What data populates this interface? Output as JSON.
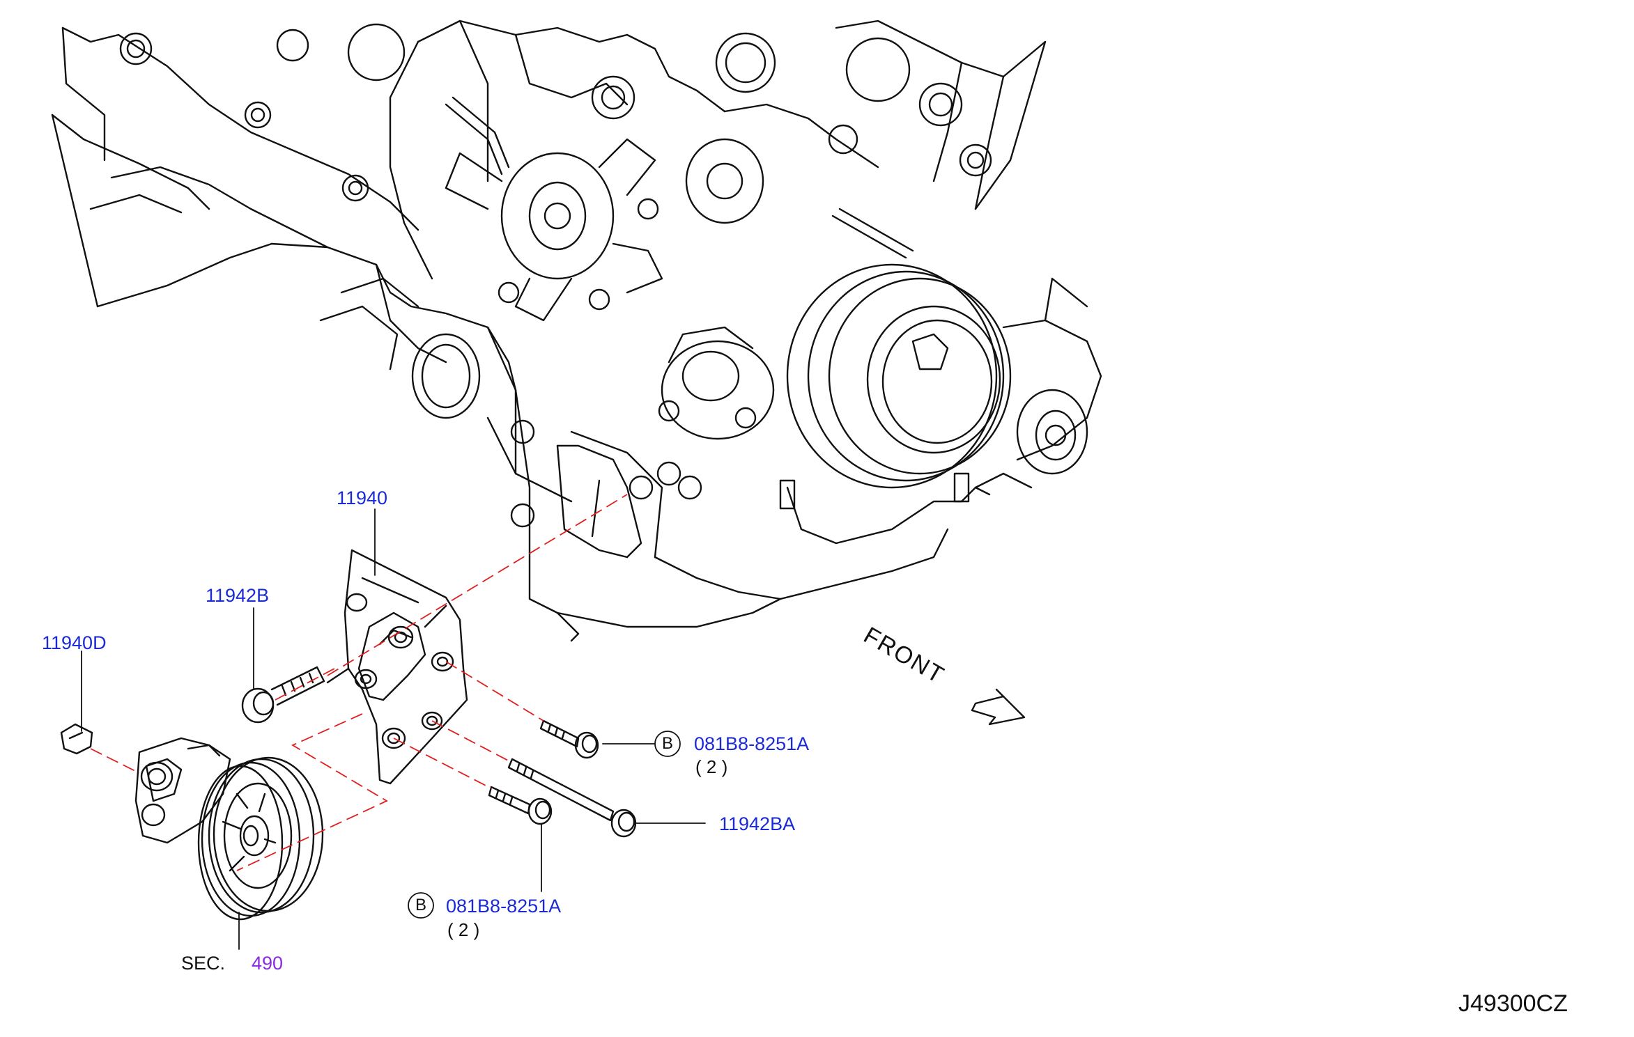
{
  "diagram": {
    "code": "J49300CZ",
    "front_label": "FRONT",
    "labels": {
      "bracket": "11940",
      "bolt_upper": "11942B",
      "clip": "11940D",
      "bolt_long": "11942BA",
      "bolt_b_right": "081B8-8251A",
      "bolt_b_right_qty": "( 2 )",
      "bolt_b_bottom": "081B8-8251A",
      "bolt_b_bottom_qty": "( 2 )",
      "sec_prefix": "SEC.",
      "sec_number": "490",
      "b_marker_1": "B",
      "b_marker_2": "B"
    },
    "colors": {
      "label": "#1a2bd6",
      "section_ref": "#8a2be2",
      "line": "#111111",
      "dashed": "#e02020"
    }
  }
}
